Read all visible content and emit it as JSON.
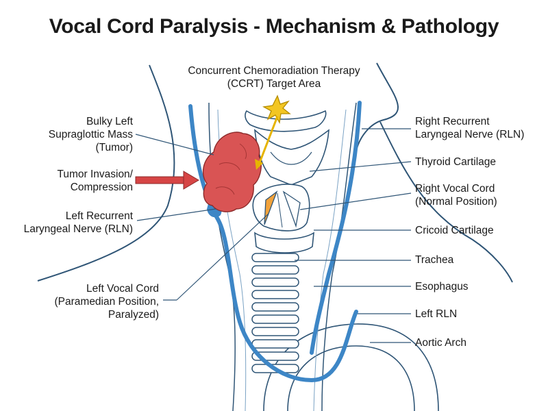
{
  "title": "Vocal Cord Paralysis - Mechanism & Pathology",
  "colors": {
    "nerve": "#3d86c6",
    "tumor": "#d95454",
    "arrow": "#d64545",
    "paralyzed_cord": "#f2a23a",
    "radiation": "#f3c623",
    "outline": "#2f5576"
  },
  "labels": {
    "ccrt": [
      "Concurrent Chemoradiation Therapy",
      "(CCRT) Target Area"
    ],
    "tumor": [
      "Bulky Left",
      "Supraglottic Mass",
      "(Tumor)"
    ],
    "invasion": [
      "Tumor Invasion/",
      "Compression"
    ],
    "left_rln": [
      "Left Recurrent",
      "Laryngeal Nerve (RLN)"
    ],
    "left_vocal_cord": [
      "Left Vocal Cord",
      "(Paramedian Position,",
      "Paralyzed)"
    ],
    "right_rln": [
      "Right Recurrent",
      "Laryngeal Nerve (RLN)"
    ],
    "thyroid": [
      "Thyroid Cartilage"
    ],
    "right_vocal_cord": [
      "Right Vocal Cord",
      "(Normal Position)"
    ],
    "cricoid": [
      "Cricoid Cartilage"
    ],
    "trachea": [
      "Trachea"
    ],
    "esophagus": [
      "Esophagus"
    ],
    "left_rln_short": [
      "Left RLN"
    ],
    "aortic_arch": [
      "Aortic Arch"
    ]
  }
}
